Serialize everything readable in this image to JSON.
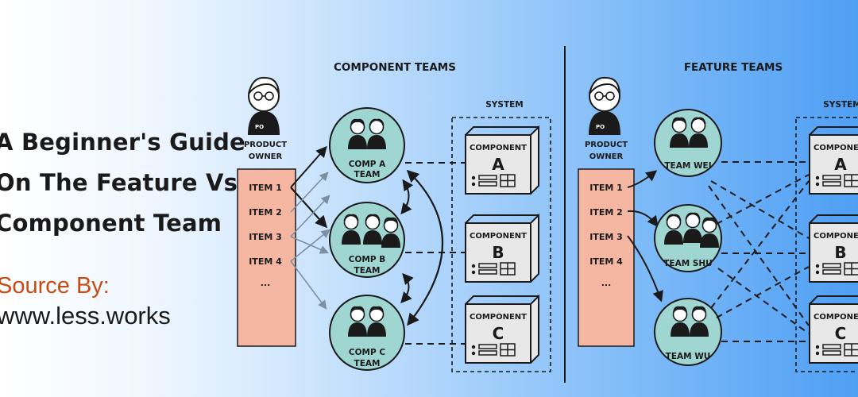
{
  "article": {
    "title_lines": [
      "A Beginner's Guide",
      "On The Feature Vs.",
      "Component Team"
    ],
    "source_label": "Source By:",
    "source_url": "www.less.works"
  },
  "component_teams": {
    "heading": "COMPONENT TEAMS",
    "owner": {
      "badge": "PO",
      "label_line1": "PRODUCT",
      "label_line2": "OWNER"
    },
    "backlog": [
      "ITEM 1",
      "ITEM 2",
      "ITEM 3",
      "ITEM 4",
      "..."
    ],
    "teams": [
      {
        "line1": "COMP A",
        "line2": "TEAM"
      },
      {
        "line1": "COMP B",
        "line2": "TEAM"
      },
      {
        "line1": "COMP C",
        "line2": "TEAM"
      }
    ],
    "system_label": "SYSTEM",
    "components": [
      {
        "label": "COMPONENT",
        "letter": "A"
      },
      {
        "label": "COMPONENT",
        "letter": "B"
      },
      {
        "label": "COMPONENT",
        "letter": "C"
      }
    ]
  },
  "feature_teams": {
    "heading": "FEATURE TEAMS",
    "owner": {
      "badge": "PO",
      "label_line1": "PRODUCT",
      "label_line2": "OWNER"
    },
    "backlog": [
      "ITEM 1",
      "ITEM 2",
      "ITEM 3",
      "ITEM 4",
      "..."
    ],
    "teams": [
      {
        "label": "TEAM WEI"
      },
      {
        "label": "TEAM SHU"
      },
      {
        "label": "TEAM WU"
      }
    ],
    "system_label": "SYSTEM",
    "components": [
      {
        "label": "COMPONENT",
        "letter": "A"
      },
      {
        "label": "COMPONENT",
        "letter": "B"
      },
      {
        "label": "COMPONENT",
        "letter": "C"
      }
    ]
  },
  "colors": {
    "backlog_fill": "#f6b7a2",
    "team_fill": "#9fd6d2",
    "component_fill": "#e8e8e8",
    "source_label": "#c94a12"
  }
}
